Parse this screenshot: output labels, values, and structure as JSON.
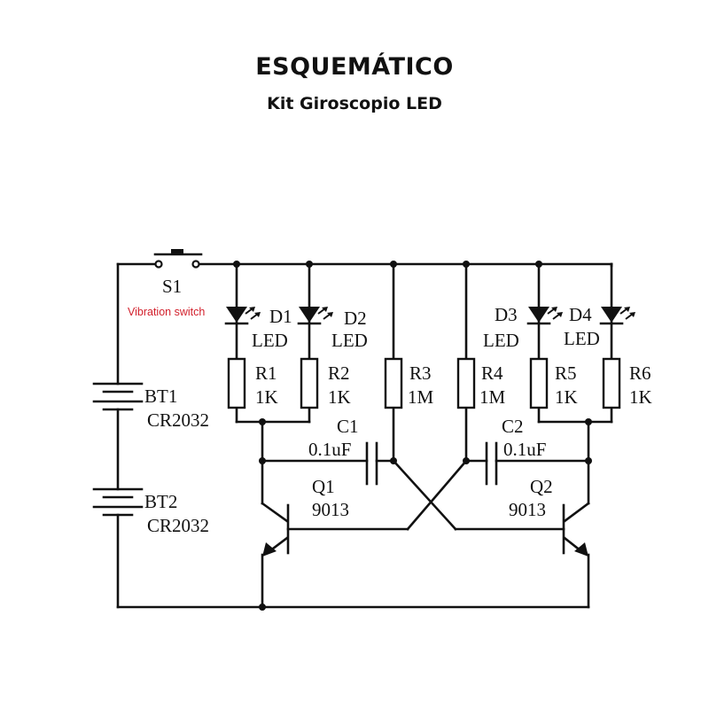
{
  "header": {
    "title": "ESQUEMÁTICO",
    "subtitle": "Kit Giroscopio LED"
  },
  "components": {
    "S1": {
      "ref": "S1",
      "note": "Vibration switch"
    },
    "BT1": {
      "ref": "BT1",
      "value": "CR2032"
    },
    "BT2": {
      "ref": "BT2",
      "value": "CR2032"
    },
    "D1": {
      "ref": "D1",
      "value": "LED"
    },
    "D2": {
      "ref": "D2",
      "value": "LED"
    },
    "D3": {
      "ref": "D3",
      "value": "LED"
    },
    "D4": {
      "ref": "D4",
      "value": "LED"
    },
    "R1": {
      "ref": "R1",
      "value": "1K"
    },
    "R2": {
      "ref": "R2",
      "value": "1K"
    },
    "R3": {
      "ref": "R3",
      "value": "1M"
    },
    "R4": {
      "ref": "R4",
      "value": "1M"
    },
    "R5": {
      "ref": "R5",
      "value": "1K"
    },
    "R6": {
      "ref": "R6",
      "value": "1K"
    },
    "C1": {
      "ref": "C1",
      "value": "0.1uF"
    },
    "C2": {
      "ref": "C2",
      "value": "0.1uF"
    },
    "Q1": {
      "ref": "Q1",
      "value": "9013"
    },
    "Q2": {
      "ref": "Q2",
      "value": "9013"
    }
  },
  "colors": {
    "wire": "#111111",
    "note": "#d21f2b"
  }
}
